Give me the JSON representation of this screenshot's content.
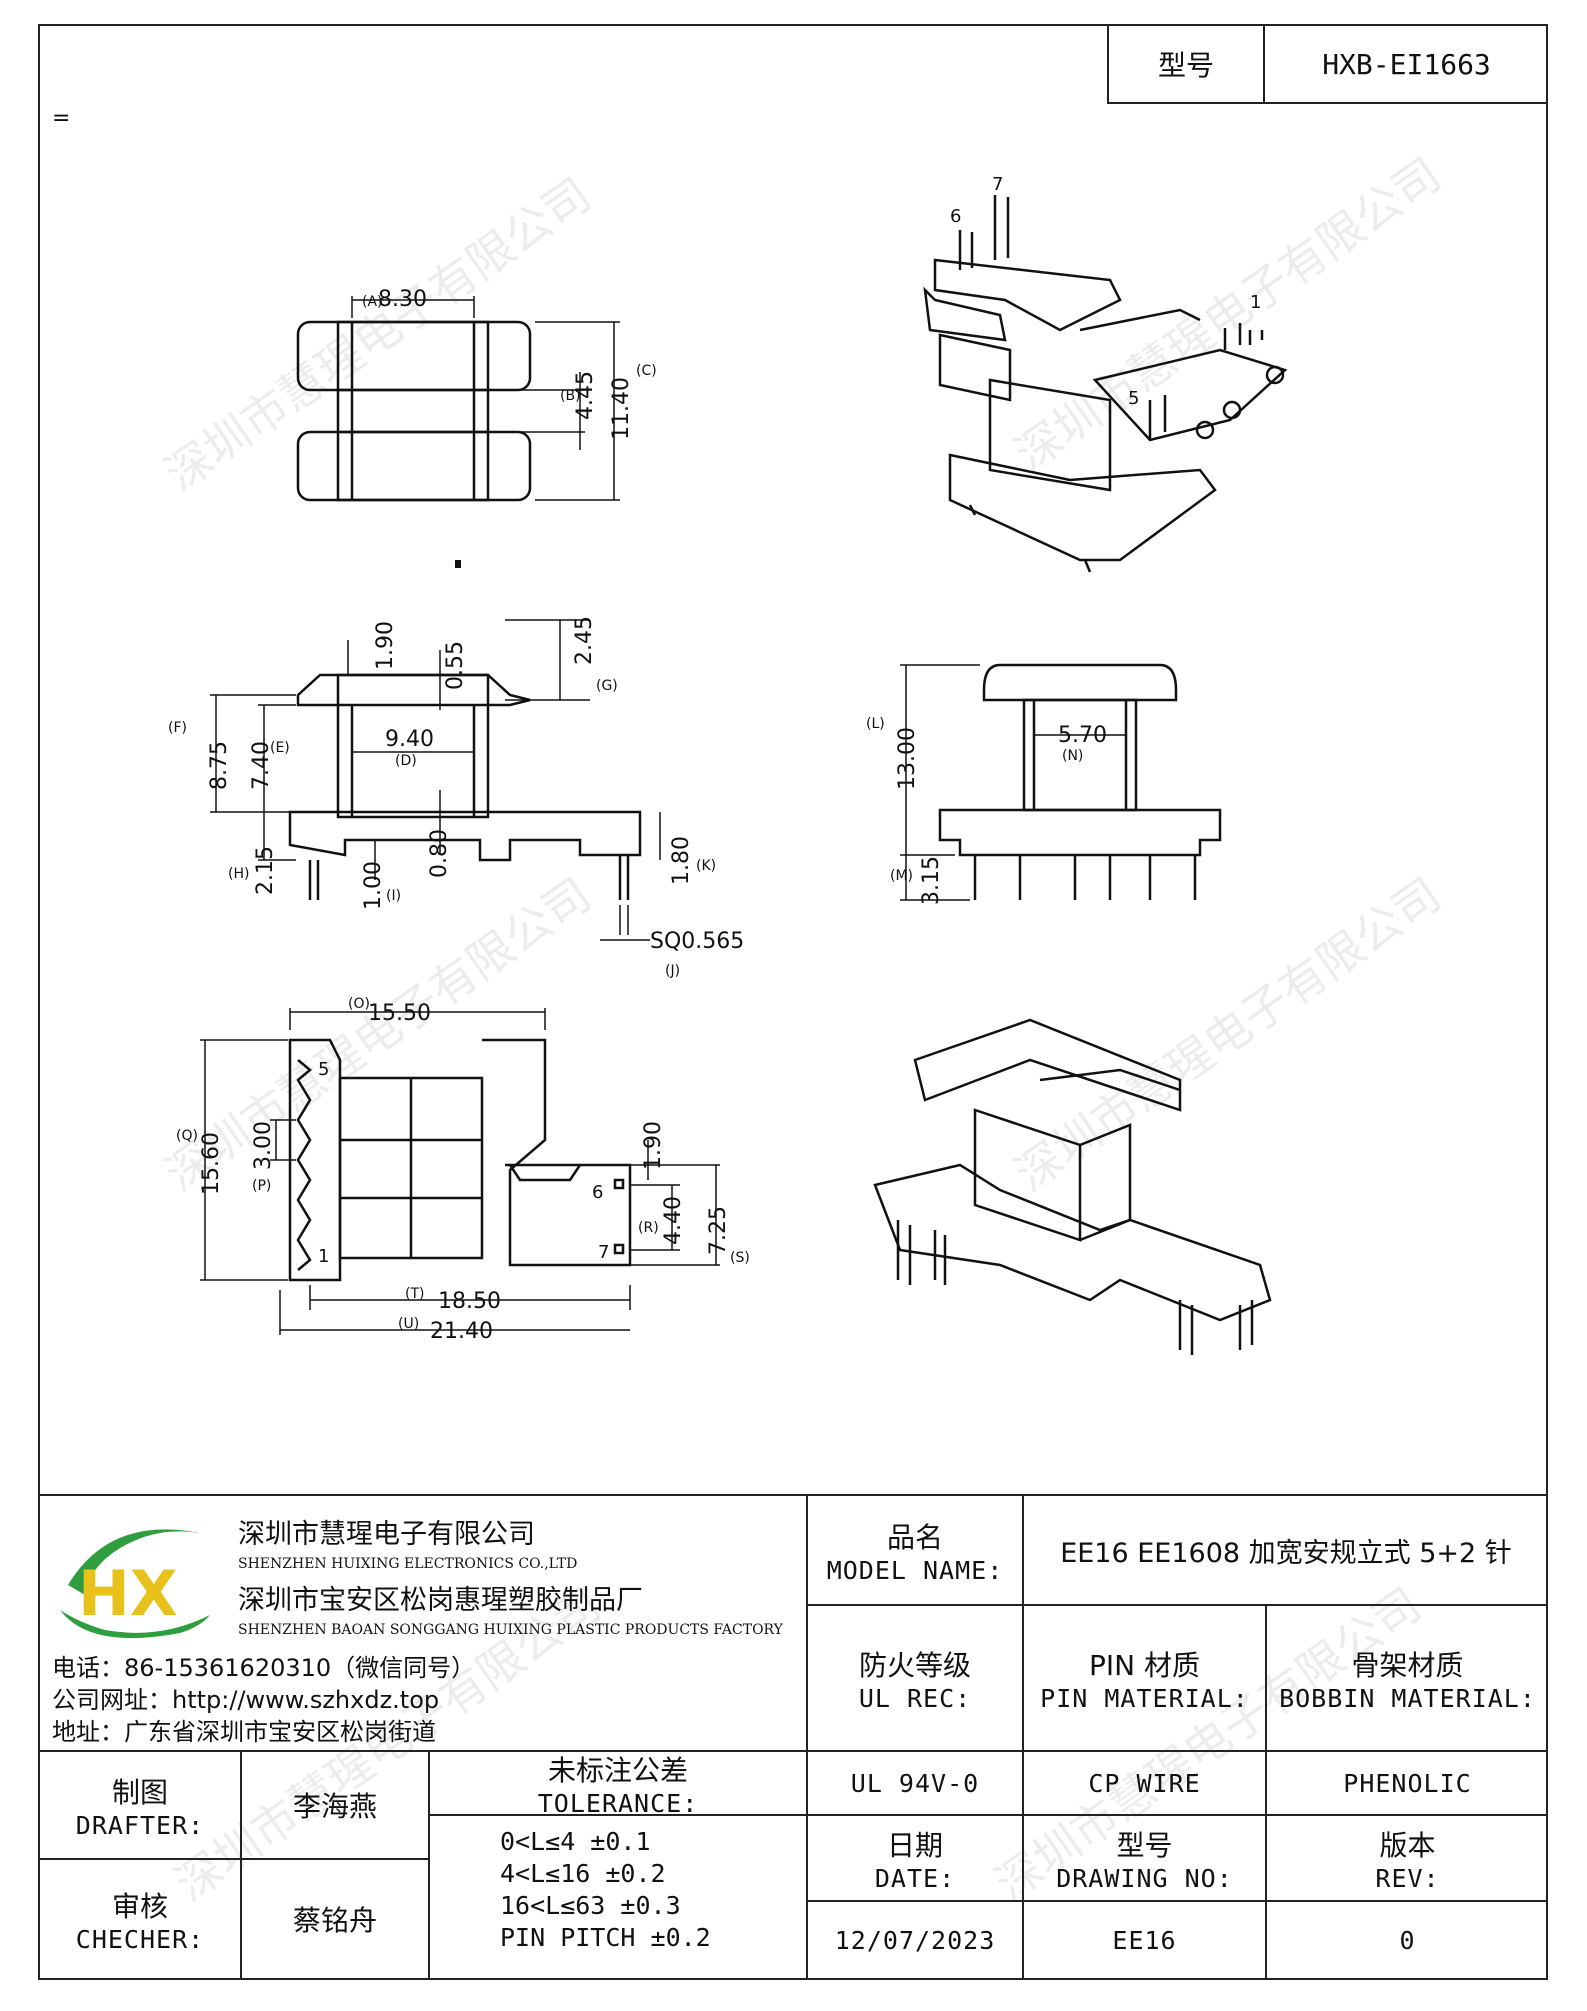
{
  "header": {
    "model_label": "型号",
    "model_value": "HXB-EI1663",
    "stray_mark": "="
  },
  "drawing": {
    "top_view": {
      "a": "8.30",
      "a_tag": "(A)",
      "b": "4.45",
      "b_tag": "(B)",
      "c": "11.40",
      "c_tag": "(C)"
    },
    "front_view": {
      "d": "9.40",
      "d_tag": "(D)",
      "e": "7.40",
      "e_tag": "(E)",
      "f": "8.75",
      "f_tag": "(F)",
      "g": "2.45",
      "g_tag": "(G)",
      "h": "2.15",
      "h_tag": "(H)",
      "i": "1.00",
      "i_tag": "(I)",
      "k": "1.80",
      "k_tag": "(K)",
      "j": "SQ0.565",
      "j_tag": "(J)",
      "top_a": "1.90",
      "top_b": "0.55",
      "mid": "0.80"
    },
    "side_view": {
      "l": "13.00",
      "l_tag": "(L)",
      "m": "3.15",
      "m_tag": "(M)",
      "n": "5.70",
      "n_tag": "(N)"
    },
    "bottom_view": {
      "o": "15.50",
      "o_tag": "(O)",
      "q": "15.60",
      "q_tag": "(Q)",
      "p": "3.00",
      "p_tag": "(P)",
      "r": "4.40",
      "r_tag": "(R)",
      "s": "7.25",
      "s_tag": "(S)",
      "t": "18.50",
      "t_tag": "(T)",
      "u": "21.40",
      "u_tag": "(U)",
      "top": "1.90",
      "pin5": "5",
      "pin1": "1",
      "pin6": "6",
      "pin7": "7"
    },
    "iso_pins": {
      "p7": "7",
      "p6": "6",
      "p1": "1",
      "p5": "5"
    },
    "watermark": "深圳市慧瑆电子有限公司"
  },
  "company": {
    "name_cn": "深圳市慧瑆电子有限公司",
    "name_en": "SHENZHEN HUIXING ELECTRONICS CO.,LTD",
    "factory_cn": "深圳市宝安区松岗惠瑆塑胶制品厂",
    "factory_en": "SHENZHEN BAOAN SONGGANG HUIXING PLASTIC PRODUCTS FACTORY",
    "phone": "电话：86-15361620310（微信同号）",
    "website": "公司网址：http://www.szhxdz.top",
    "address": "地址：广东省深圳市宝安区松岗街道",
    "logo_text": "HX",
    "logo_green": "#2e9e3e",
    "logo_yellow": "#e8c21a"
  },
  "title_block": {
    "model_name_cn": "品名",
    "model_name_en": "MODEL NAME:",
    "model_name_value": "EE16 EE1608 加宽安规立式 5+2 针",
    "ul_cn": "防火等级",
    "ul_en": "UL REC:",
    "ul_value": "UL 94V-0",
    "pin_cn": "PIN 材质",
    "pin_en": "PIN MATERIAL:",
    "pin_value": "CP WIRE",
    "bobbin_cn": "骨架材质",
    "bobbin_en": "BOBBIN MATERIAL:",
    "bobbin_value": "PHENOLIC",
    "drafter_cn": "制图",
    "drafter_en": "DRAFTER:",
    "drafter_value": "李海燕",
    "checker_cn": "审核",
    "checker_en": "CHECHER:",
    "checker_value": "蔡铭舟",
    "tolerance_cn": "未标注公差",
    "tolerance_en": "TOLERANCE:",
    "tolerance_lines": [
      "0<L≤4   ±0.1",
      "4<L≤16  ±0.2",
      "16<L≤63  ±0.3",
      "PIN PITCH  ±0.2"
    ],
    "date_cn": "日期",
    "date_en": "DATE:",
    "date_value": "12/07/2023",
    "drawing_no_cn": "型号",
    "drawing_no_en": "DRAWING NO:",
    "drawing_no_value": "EE16",
    "rev_cn": "版本",
    "rev_en": "REV:",
    "rev_value": "0"
  }
}
